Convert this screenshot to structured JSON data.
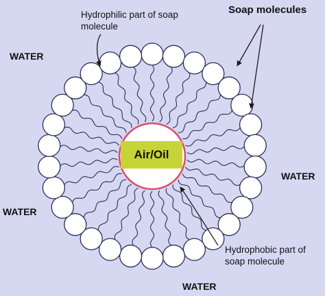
{
  "labels": {
    "water_top_left": "WATER",
    "water_right": "WATER",
    "water_left": "WATER",
    "water_bottom": "WATER",
    "soap_molecules": "Soap molecules",
    "hydrophilic_line1": "Hydrophilic part of soap",
    "hydrophilic_line2": "molecule",
    "hydrophobic_line1": "Hydrophobic part of",
    "hydrophobic_line2": "soap molecule",
    "core": "Air/Oil"
  },
  "colors": {
    "background": "#d6d8f2",
    "head_fill": "#ffffff",
    "stroke": "#2b2b5a",
    "core_ring": "#e04a68",
    "core_fill": "#ffffff",
    "core_label_bg": "#c6d43a"
  },
  "micelle": {
    "molecule_count": 30
  }
}
